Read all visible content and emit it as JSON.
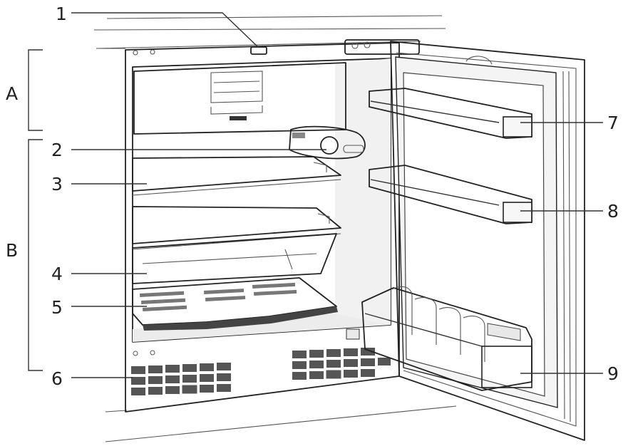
{
  "callouts": {
    "n1": "1",
    "n2": "2",
    "n3": "3",
    "n4": "4",
    "n5": "5",
    "n6": "6",
    "n7": "7",
    "n8": "8",
    "n9": "9"
  },
  "groups": {
    "a": "A",
    "b": "B"
  },
  "colors": {
    "outline": "#222222",
    "cabinet_wall": "#e6e6e6",
    "glass": "#f2f2f2",
    "grille": "#555555",
    "gasket": "#d9d9d9"
  }
}
